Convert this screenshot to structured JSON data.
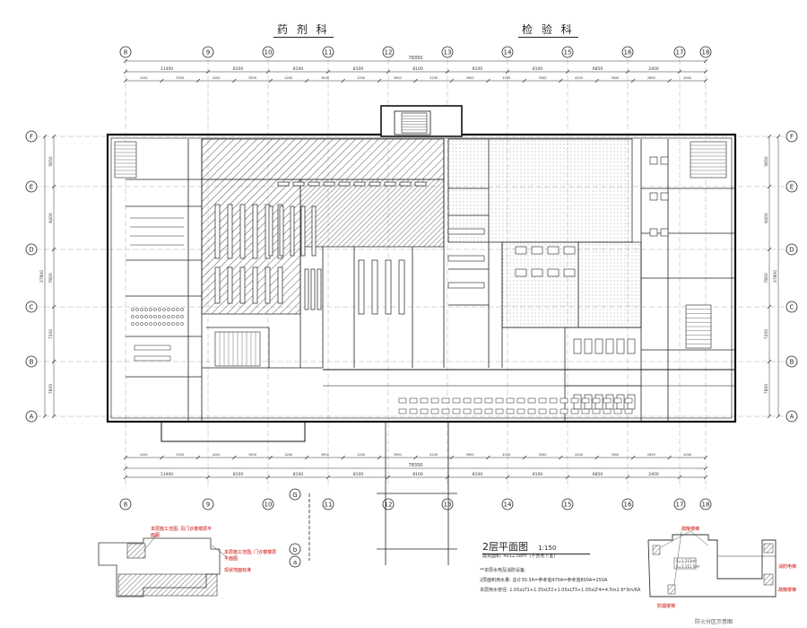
{
  "header": {
    "dept_left": "药 剂 科",
    "dept_right": "检 验 科"
  },
  "axes": {
    "cols": [
      "8",
      "9",
      "10",
      "11",
      "12",
      "13",
      "14",
      "15",
      "16",
      "17",
      "18"
    ],
    "rows": [
      "F",
      "E",
      "D",
      "C",
      "B",
      "A"
    ]
  },
  "dimensions": {
    "total": "78350",
    "spans": [
      "11400",
      "8100",
      "8100",
      "8100",
      "8100",
      "8100",
      "8100",
      "6850",
      "2400"
    ],
    "sub_spans": [
      "4150",
      "3300",
      "4200",
      "3900",
      "4200",
      "3900",
      "4200",
      "3900",
      "4200",
      "3900",
      "4200",
      "3900",
      "4200",
      "3900",
      "2850",
      "4000"
    ],
    "left_dims": [
      "5650",
      "6400",
      "7800",
      "7200",
      "7800"
    ],
    "left_total": "37800"
  },
  "drawing": {
    "title": "2层平面图",
    "scale": "1:150",
    "area": "建筑面积: 4012.58m² (不含地下室)",
    "notes": [
      "**本层水电及消防设备:",
      "2层面积用水量: 总计30.3A=参考值470A=参考值800A=250A",
      "本层用水管径: 1.05xLT1+1.35xLT2+1.05xLT3+1.05xLT4=4.5m2.6*3m/KA"
    ],
    "circle_labels": [
      "G",
      "b",
      "a"
    ]
  },
  "key_plan": {
    "label_a": "本层施工范围, 见门诊楼楼层平面图",
    "label_b": "本层施工范围, 门诊楼楼层平面图",
    "label_c": "现状地面标准"
  },
  "zone_plan": {
    "caption": "防火分区示意图",
    "labels": [
      "疏散楼梯",
      "消防电梯",
      "疏散楼梯",
      "防烟楼梯"
    ],
    "area_1": "S=1,213m²",
    "area_2": "S=1,111.5m²"
  }
}
